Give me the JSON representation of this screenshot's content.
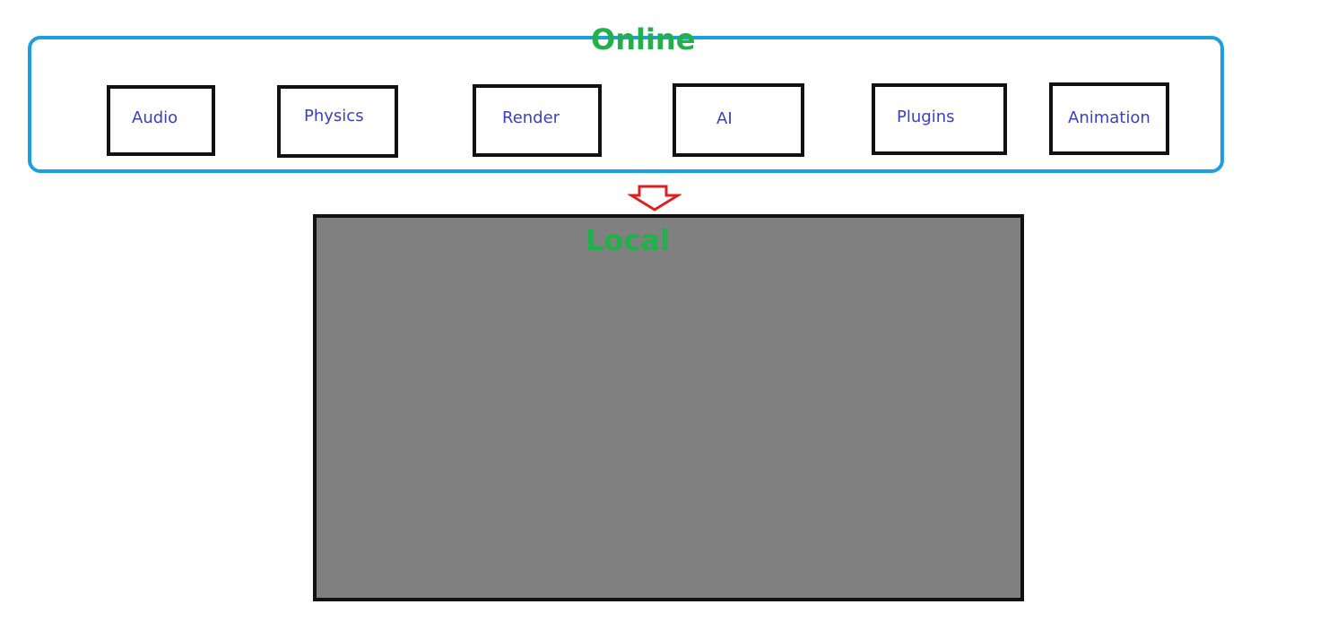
{
  "online": {
    "title": "Online",
    "modules": [
      "Audio",
      "Physics",
      "Render",
      "AI",
      "Plugins",
      "Animation"
    ]
  },
  "local": {
    "title": "Local"
  },
  "colors": {
    "container_border": "#1aa0e0",
    "title_text": "#22b04b",
    "module_label": "#3a3fc4",
    "module_border": "#111111",
    "local_fill": "#808080",
    "arrow": "#e02020"
  }
}
